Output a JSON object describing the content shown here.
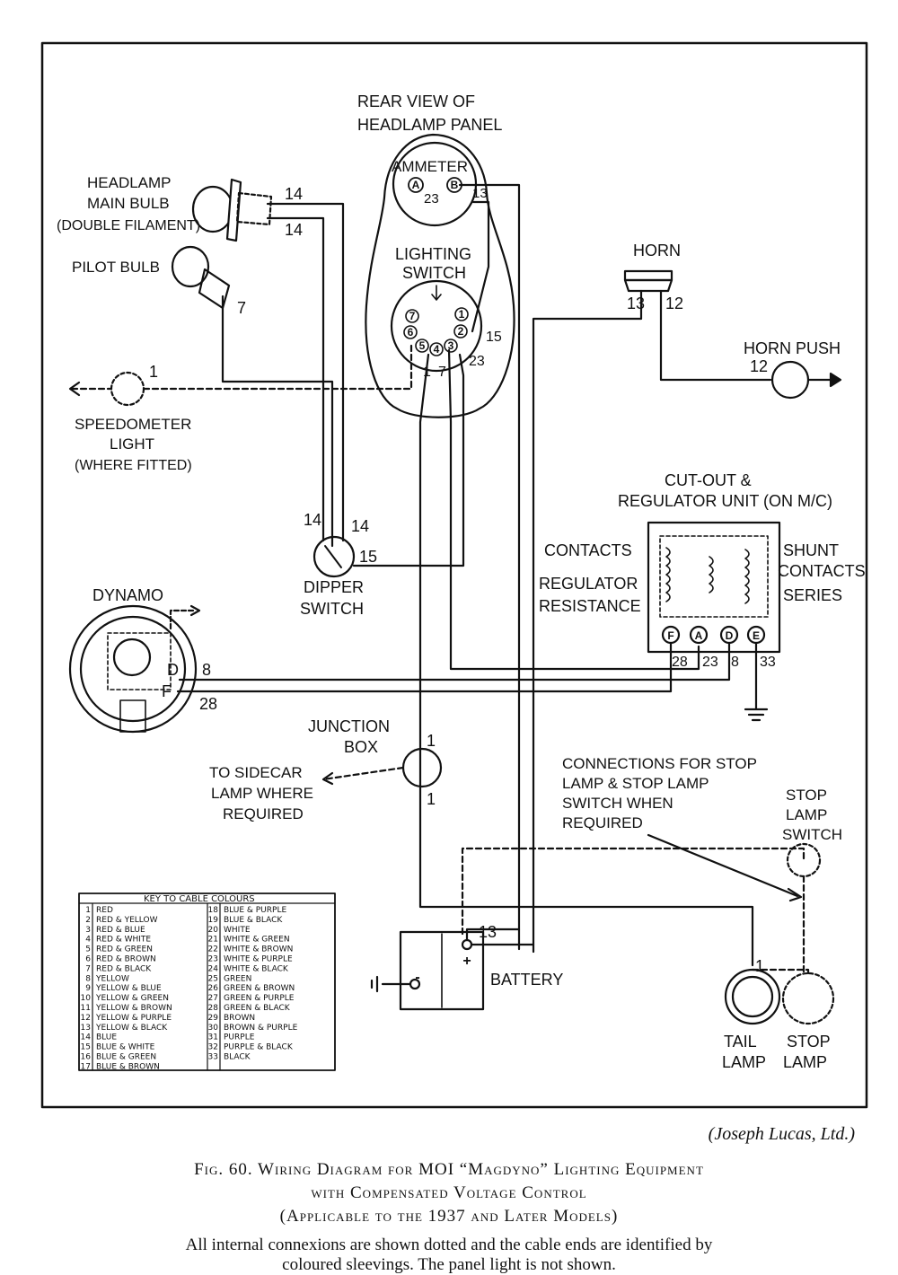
{
  "labels": {
    "panel_title_1": "REAR VIEW OF",
    "panel_title_2": "HEADLAMP PANEL",
    "ammeter": "AMMETER",
    "lighting_1": "LIGHTING",
    "lighting_2": "SWITCH",
    "headlamp_1": "HEADLAMP",
    "headlamp_2": "MAIN BULB",
    "headlamp_3": "(DOUBLE FILAMENT)",
    "pilot": "PILOT BULB",
    "horn": "HORN",
    "horn_push": "HORN PUSH",
    "speedo_1": "SPEEDOMETER",
    "speedo_2": "LIGHT",
    "speedo_3": "(WHERE FITTED)",
    "cutout_1": "CUT-OUT &",
    "cutout_2": "REGULATOR UNIT (ON M/C)",
    "contacts_l": "CONTACTS",
    "reg_1": "REGULATOR",
    "reg_2": "RESISTANCE",
    "shunt": "SHUNT",
    "contacts_r": "CONTACTS",
    "series": "SERIES",
    "dipper_1": "DIPPER",
    "dipper_2": "SWITCH",
    "dynamo": "DYNAMO",
    "junction_1": "JUNCTION",
    "junction_2": "BOX",
    "sidecar_1": "TO SIDECAR",
    "sidecar_2": "LAMP WHERE",
    "sidecar_3": "REQUIRED",
    "conn_1": "CONNECTIONS FOR STOP",
    "conn_2": "LAMP & STOP LAMP",
    "conn_3": "SWITCH  WHEN",
    "conn_4": "REQUIRED",
    "stop_sw_1": "STOP",
    "stop_sw_2": "LAMP",
    "stop_sw_3": "SWITCH",
    "battery": "BATTERY",
    "tail_1": "TAIL",
    "tail_2": "LAMP",
    "stop_1": "STOP",
    "stop_2": "LAMP"
  },
  "wire_numbers": {
    "w14a": "14",
    "w14b": "14",
    "w7": "7",
    "w13_amm": "13",
    "w23_amm": "23",
    "w15": "15",
    "w23_sw": "23",
    "w1_sw": "1",
    "w7_sw": "7",
    "w1_speedo": "1",
    "w13_horn": "13",
    "w12_horn": "12",
    "w12_push": "12",
    "w14_d1": "14",
    "w14_d2": "14",
    "w15_d": "15",
    "w8": "8",
    "w28": "28",
    "t28": "28",
    "t23": "23",
    "t8": "8",
    "t33": "33",
    "j1_top": "1",
    "j1_bot": "1",
    "w13_batt": "13",
    "w1_tail": "1"
  },
  "pins": {
    "amm_a": "A",
    "amm_b": "B",
    "sw_7": "7",
    "sw_1": "1",
    "sw_6": "6",
    "sw_2": "2",
    "sw_5": "5",
    "sw_4": "4",
    "sw_3": "3",
    "reg_f": "F",
    "reg_a": "A",
    "reg_d": "D",
    "reg_e": "E",
    "dyn_d": "D",
    "dyn_f": "F",
    "batt_minus": "-",
    "batt_plus": "+"
  },
  "key": {
    "title": "KEY  TO  CABLE  COLOURS",
    "left": [
      {
        "n": "1",
        "c": "RED"
      },
      {
        "n": "2",
        "c": "RED & YELLOW"
      },
      {
        "n": "3",
        "c": "RED & BLUE"
      },
      {
        "n": "4",
        "c": "RED & WHITE"
      },
      {
        "n": "5",
        "c": "RED & GREEN"
      },
      {
        "n": "6",
        "c": "RED & BROWN"
      },
      {
        "n": "7",
        "c": "RED & BLACK"
      },
      {
        "n": "8",
        "c": "YELLOW"
      },
      {
        "n": "9",
        "c": "YELLOW & BLUE"
      },
      {
        "n": "10",
        "c": "YELLOW & GREEN"
      },
      {
        "n": "11",
        "c": "YELLOW & BROWN"
      },
      {
        "n": "12",
        "c": "YELLOW & PURPLE"
      },
      {
        "n": "13",
        "c": "YELLOW & BLACK"
      },
      {
        "n": "14",
        "c": "BLUE"
      },
      {
        "n": "15",
        "c": "BLUE & WHITE"
      },
      {
        "n": "16",
        "c": "BLUE & GREEN"
      },
      {
        "n": "17",
        "c": "BLUE & BROWN"
      }
    ],
    "right": [
      {
        "n": "18",
        "c": "BLUE & PURPLE"
      },
      {
        "n": "19",
        "c": "BLUE & BLACK"
      },
      {
        "n": "20",
        "c": "WHITE"
      },
      {
        "n": "21",
        "c": "WHITE & GREEN"
      },
      {
        "n": "22",
        "c": "WHITE & BROWN"
      },
      {
        "n": "23",
        "c": "WHITE & PURPLE"
      },
      {
        "n": "24",
        "c": "WHITE & BLACK"
      },
      {
        "n": "25",
        "c": "GREEN"
      },
      {
        "n": "26",
        "c": "GREEN & BROWN"
      },
      {
        "n": "27",
        "c": "GREEN & PURPLE"
      },
      {
        "n": "28",
        "c": "GREEN & BLACK"
      },
      {
        "n": "29",
        "c": "BROWN"
      },
      {
        "n": "30",
        "c": "BROWN & PURPLE"
      },
      {
        "n": "31",
        "c": "PURPLE"
      },
      {
        "n": "32",
        "c": "PURPLE & BLACK"
      },
      {
        "n": "33",
        "c": "BLACK"
      }
    ]
  },
  "credit": "(Joseph Lucas, Ltd.)",
  "caption": {
    "line1": "Fig. 60.  Wiring Diagram for MOI “Magdyno” Lighting Equipment",
    "line2": "with Compensated Voltage Control",
    "line3": "(Applicable to the 1937 and Later Models)",
    "note1": "All internal connexions are shown dotted and the cable ends are identified by",
    "note2": "coloured sleevings.   The panel light is not shown."
  }
}
